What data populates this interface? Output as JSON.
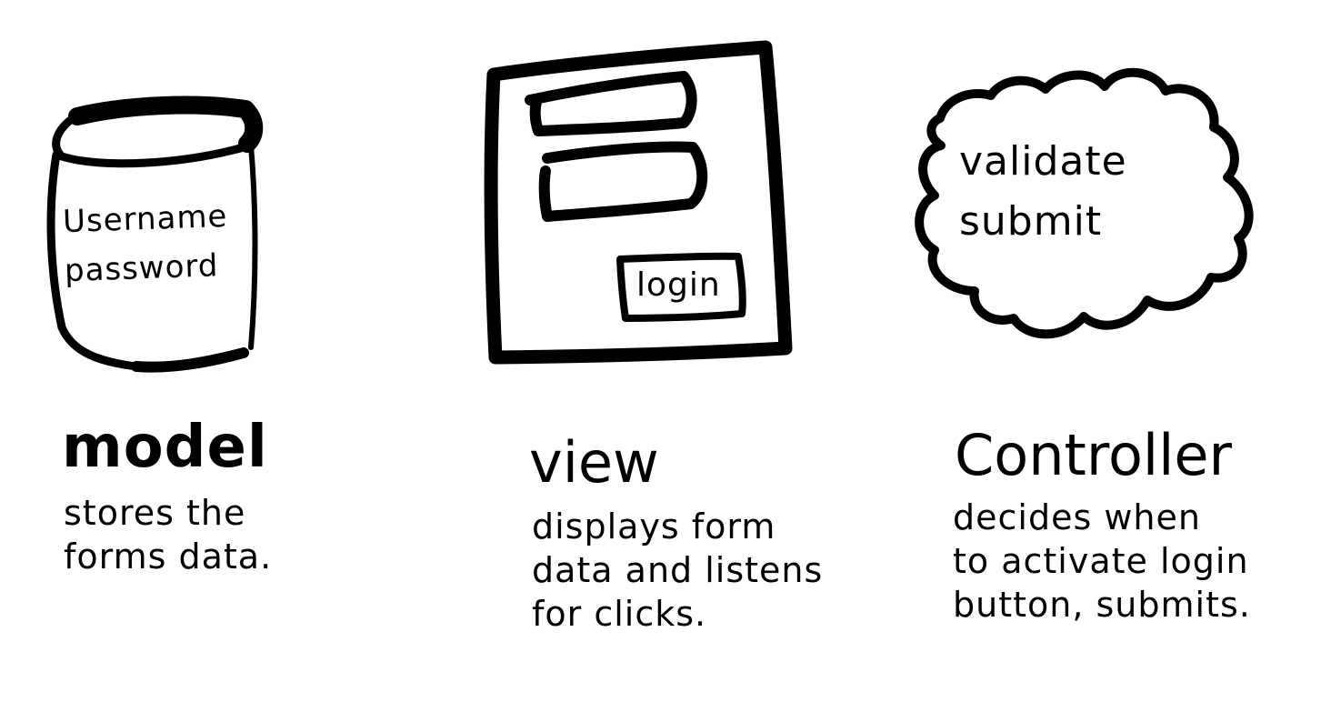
{
  "model": {
    "fields": [
      "Username",
      "password"
    ],
    "title": "model",
    "description": [
      "stores the",
      "forms data."
    ]
  },
  "view": {
    "button_label": "login",
    "title": "view",
    "description": [
      "displays form",
      "data and listens",
      "for clicks."
    ]
  },
  "controller": {
    "actions": [
      "validate",
      "submit"
    ],
    "title": "Controller",
    "description": [
      "decides when",
      "to activate login",
      "button, submits."
    ]
  },
  "colors": {
    "ink": "#000000",
    "paper": "#ffffff"
  }
}
